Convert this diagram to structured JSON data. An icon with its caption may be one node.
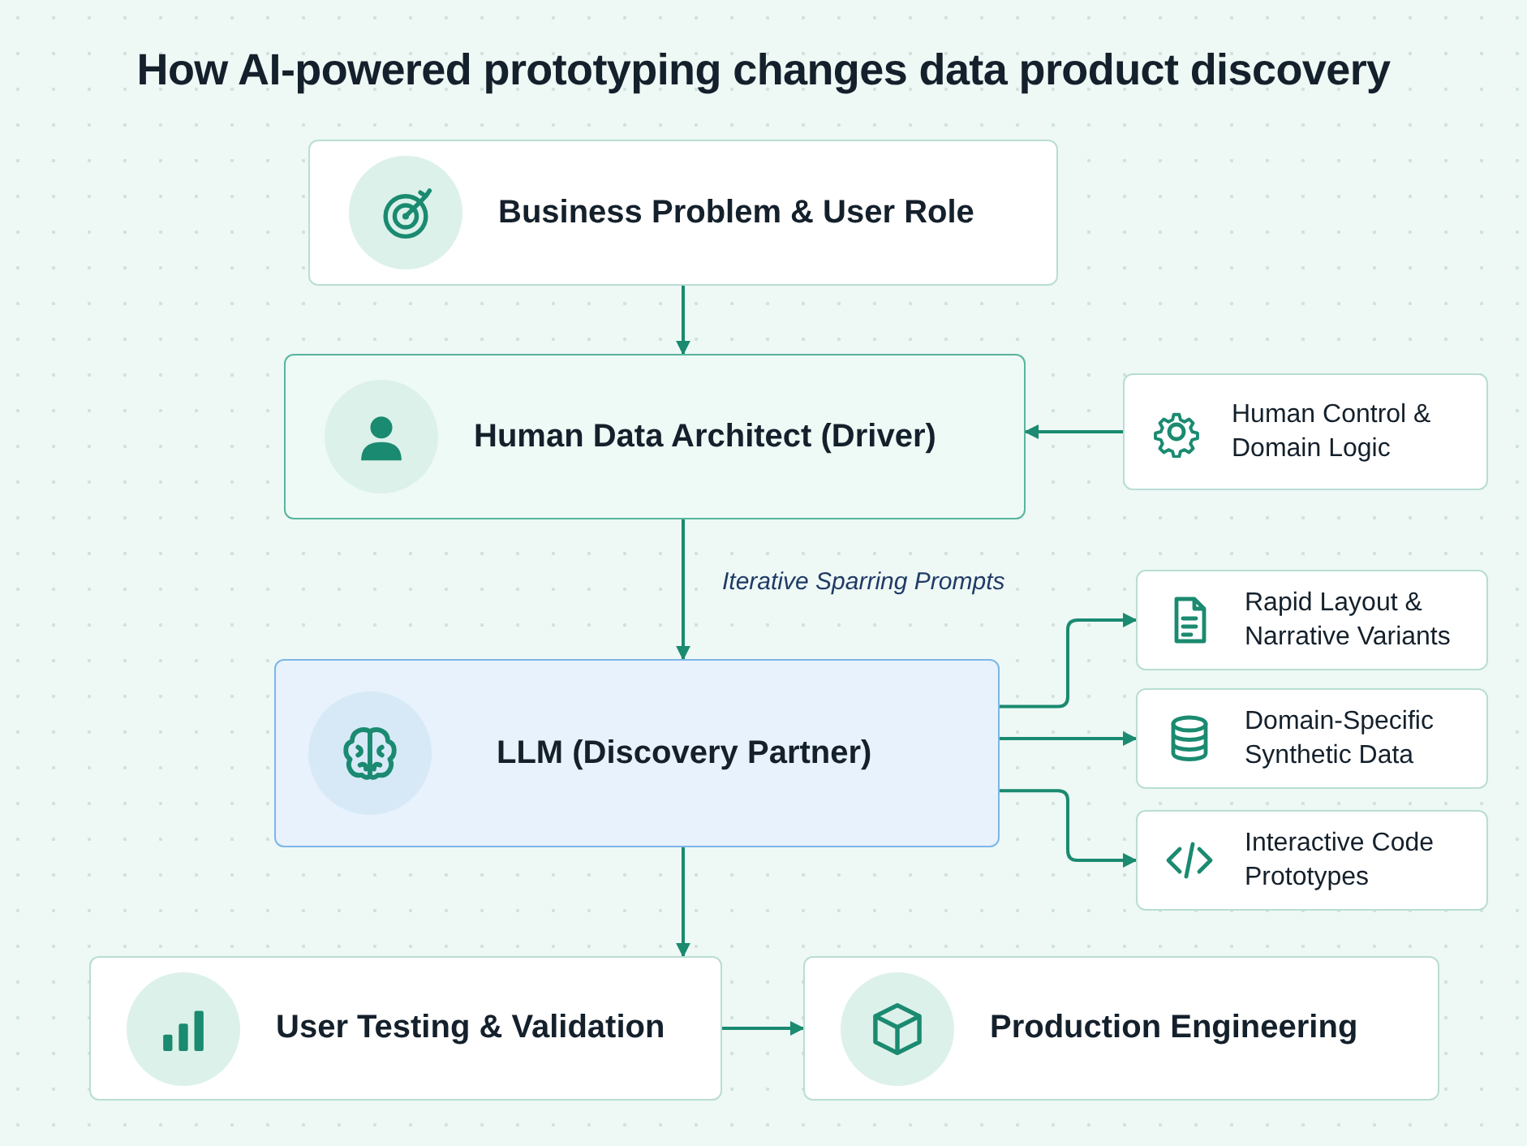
{
  "diagram": {
    "title": "How AI-powered prototyping changes data product discovery",
    "nodes": [
      {
        "text": [
          "Business Problem & User Role"
        ]
      },
      {
        "text": [
          "Human Data Architect (Driver)"
        ]
      },
      {
        "text": [
          "Human Control & Domain Logic"
        ]
      },
      {
        "text": [
          "LLM (Discovery Partner)"
        ]
      },
      {
        "text": [
          "Rapid Layout & Narrative Variants"
        ]
      },
      {
        "text": [
          "Domain-Specific Synthetic Data"
        ]
      },
      {
        "text": [
          "Interactive Code Prototypes"
        ]
      },
      {
        "text": [
          "User Testing & Validation"
        ]
      },
      {
        "text": [
          "Production Engineering"
        ]
      }
    ],
    "edges": [
      {
        "from": 0,
        "to": 1,
        "arrow": "to"
      },
      {
        "from": 2,
        "to": 1,
        "arrow": "to"
      },
      {
        "from": 1,
        "to": 3,
        "arrow": "to",
        "label": "Iterative Sparring Prompts"
      },
      {
        "from": 3,
        "to": 4,
        "arrow": "to"
      },
      {
        "from": 3,
        "to": 5,
        "arrow": "to"
      },
      {
        "from": 3,
        "to": 6,
        "arrow": "to"
      },
      {
        "from": 3,
        "to": 7,
        "arrow": "to"
      },
      {
        "from": 7,
        "to": 8,
        "arrow": "to"
      }
    ]
  }
}
